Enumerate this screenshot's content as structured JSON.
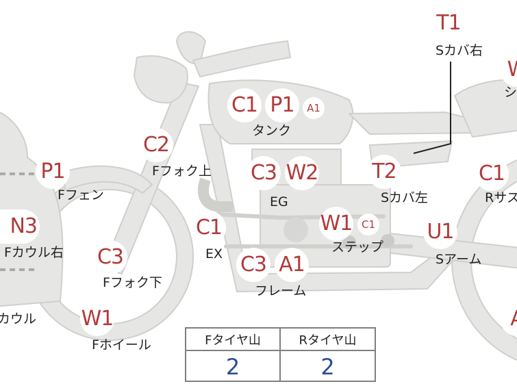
{
  "parts": {
    "s_cover_right": {
      "label": "Sカバ右",
      "codes": [
        "T1"
      ]
    },
    "seat": {
      "label": "シ",
      "codes": [
        "W"
      ]
    },
    "tank": {
      "label": "タンク",
      "codes": [
        "C1",
        "P1",
        "A1"
      ]
    },
    "front_fork_upper": {
      "label": "Fフォク上",
      "codes": [
        "C2"
      ]
    },
    "front_fender": {
      "label": "Fフェン",
      "codes": [
        "P1"
      ]
    },
    "engine": {
      "label": "EG",
      "codes": [
        "C3",
        "W2"
      ]
    },
    "s_cover_left": {
      "label": "Sカバ左",
      "codes": [
        "T2"
      ]
    },
    "rear_suspension": {
      "label": "Rサス",
      "codes": [
        "C1"
      ]
    },
    "front_cowl_right": {
      "label": "Fカウル右",
      "codes": [
        "N3"
      ]
    },
    "exhaust": {
      "label": "EX",
      "codes": [
        "C1"
      ]
    },
    "step": {
      "label": "ステップ",
      "codes": [
        "W1",
        "C1"
      ]
    },
    "swing_arm": {
      "label": "Sアーム",
      "codes": [
        "U1"
      ]
    },
    "front_fork_lower": {
      "label": "Fフォク下",
      "codes": [
        "C3"
      ]
    },
    "frame": {
      "label": "フレーム",
      "codes": [
        "C3",
        "A1"
      ]
    },
    "cowl": {
      "label": "カウル"
    },
    "front_wheel": {
      "label": "Fホイール",
      "codes": [
        "W1"
      ]
    },
    "rear_wheel": {
      "codes": [
        "A"
      ]
    }
  },
  "tire_table": {
    "front_header": "Fタイヤ山",
    "rear_header": "Rタイヤ山",
    "front_value": "2",
    "rear_value": "2"
  },
  "colors": {
    "silhouette_fill": "#e6e6e4",
    "silhouette_stroke": "#cfcfcc",
    "code_text": "#b23a3a",
    "value_text": "#2b4c9b",
    "label_text": "#222222",
    "table_border": "#7f7f7f"
  }
}
